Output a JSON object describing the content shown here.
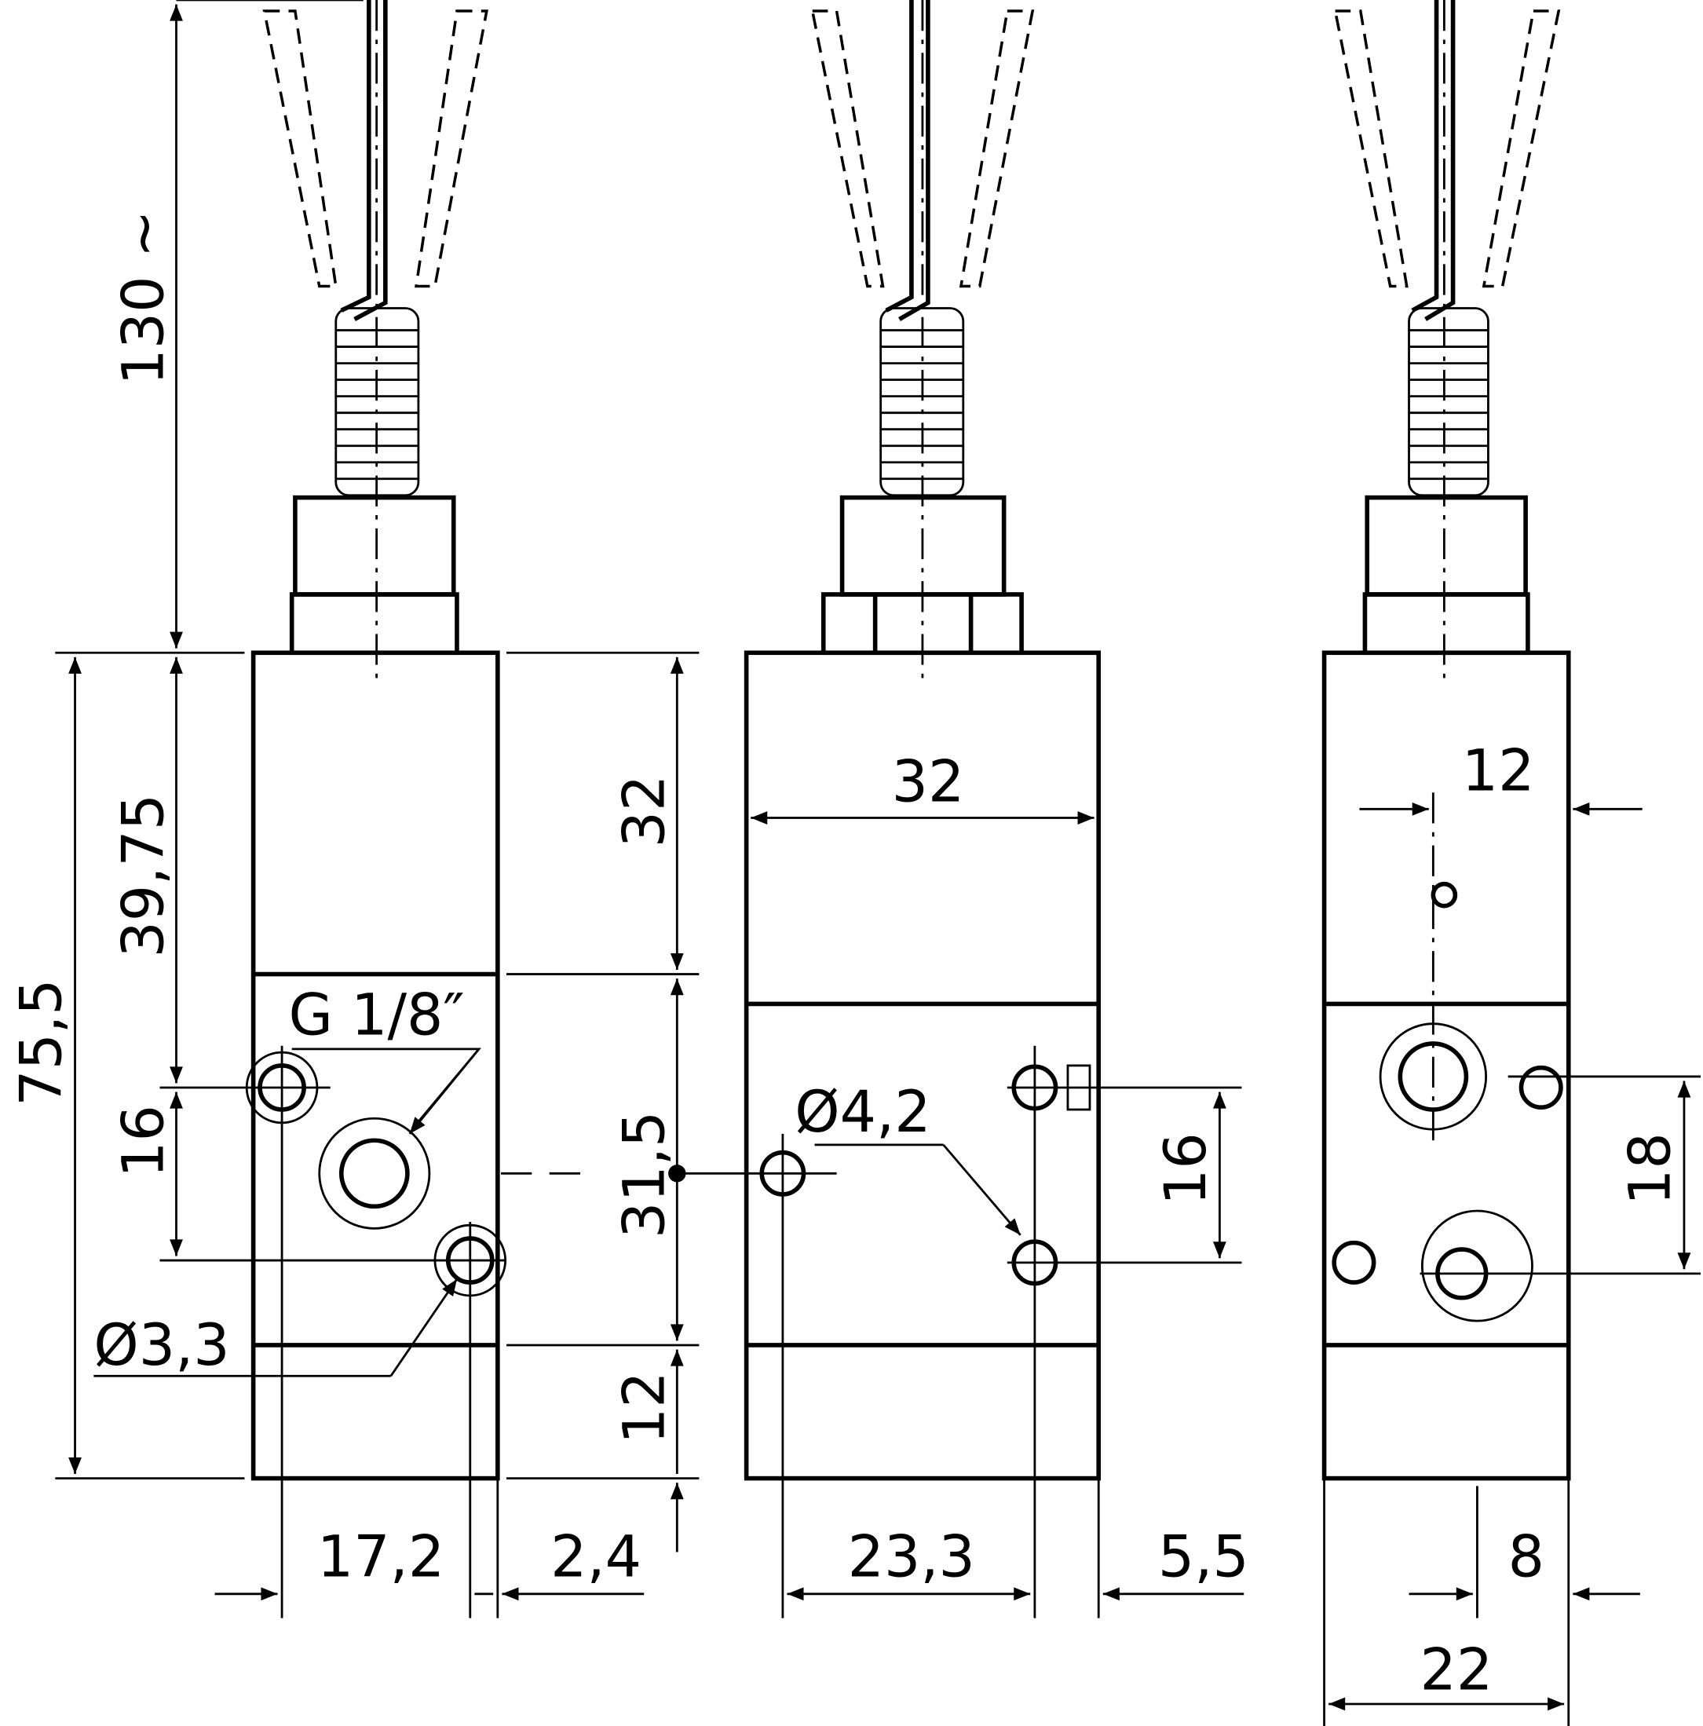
{
  "drawing": {
    "side_view": {
      "total_length": "130 ~",
      "height_to_port": "39,75",
      "overall_height": "75,5",
      "port_spacing": "16",
      "port_thread": "G 1/8″",
      "mount_hole": "Ø3,3",
      "upper_section": "32",
      "mid_section": "31,5",
      "lower_section": "12",
      "width": "17,2",
      "offset": "2,4"
    },
    "front_view": {
      "width": "32",
      "hole_dia": "Ø4,2",
      "hole_spacing": "16",
      "hole_distance": "23,3",
      "edge_offset": "5,5"
    },
    "rear_view": {
      "top_offset": "12",
      "port_spacing": "18",
      "port_offset": "8",
      "width": "22"
    }
  }
}
